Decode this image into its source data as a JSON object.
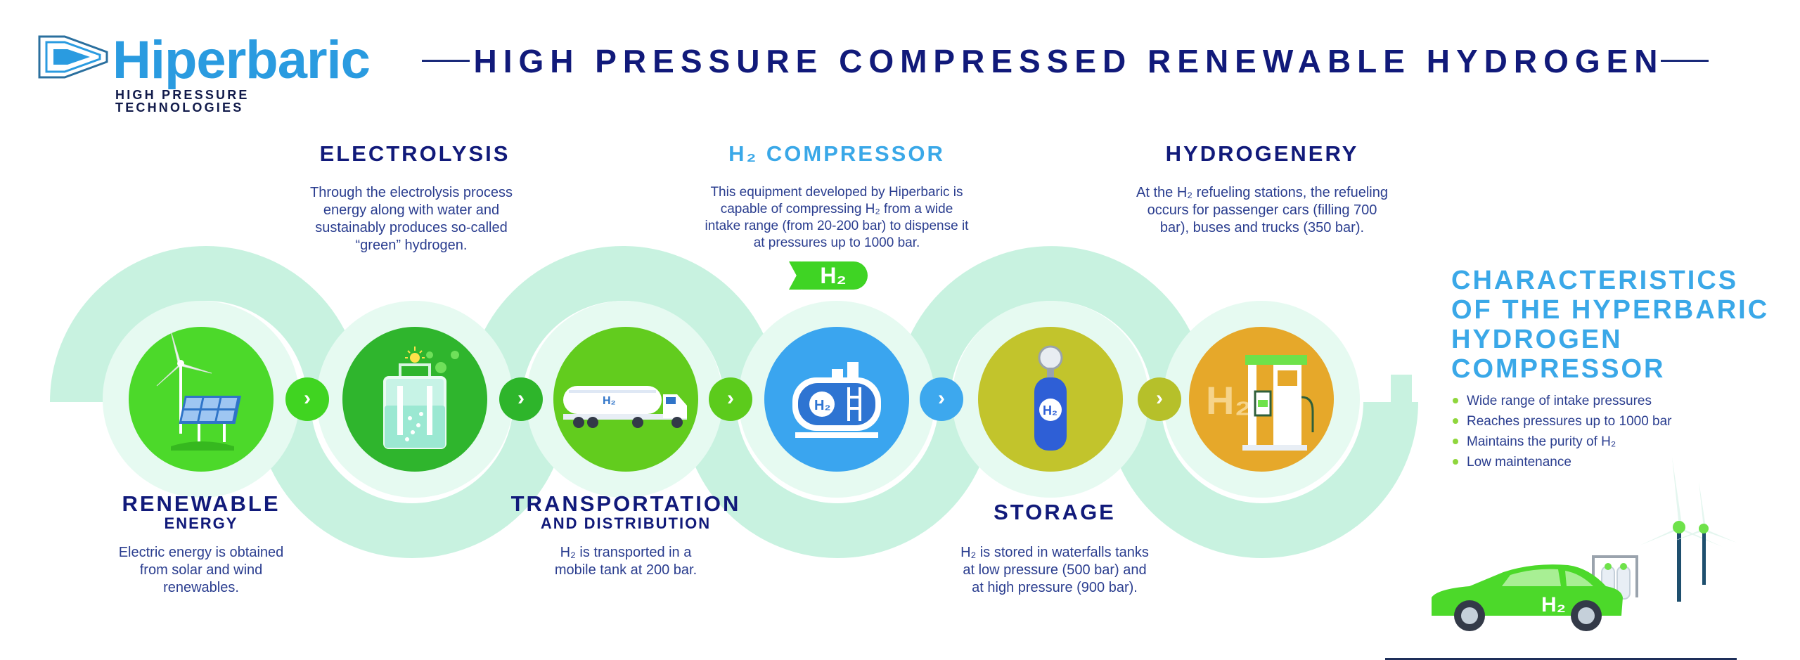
{
  "logo": {
    "name": "Hiperbaric",
    "tagline": "HIGH PRESSURE TECHNOLOGIES"
  },
  "headline": "HIGH PRESSURE COMPRESSED RENEWABLE HYDROGEN",
  "steps": {
    "renewable": {
      "title": "RENEWABLE",
      "subtitle": "ENERGY",
      "description": "Electric energy is obtained from solar and wind renewables.",
      "color": "#4cd92a"
    },
    "electrolysis": {
      "title": "ELECTROLYSIS",
      "description": "Through the electrolysis process energy along with water and sustainably produces so-called “green” hydrogen.",
      "color": "#2fb52d"
    },
    "transportation": {
      "title": "TRANSPORTATION",
      "subtitle": "AND DISTRIBUTION",
      "description": "H₂ is transported in a mobile tank at 200 bar.",
      "color": "#62cc1e"
    },
    "compressor": {
      "title": "H₂ COMPRESSOR",
      "description": "This equipment developed by Hiperbaric is capable of compressing H₂ from a wide intake range (from 20-200 bar) to dispense it at pressures up to 1000 bar.",
      "badge": "H₂",
      "color": "#3aa5ef"
    },
    "storage": {
      "title": "STORAGE",
      "description": "H₂ is stored in waterfalls tanks at low pressure (500 bar) and at high pressure (900 bar).",
      "color": "#c2c42c"
    },
    "hydrogenery": {
      "title": "HYDROGENERY",
      "description": "At the H₂ refueling stations, the refueling occurs for passenger cars (filling 700 bar), buses and trucks (350 bar).",
      "color": "#e6a82a"
    }
  },
  "characteristics": {
    "title": "CHARACTERISTICS OF THE HYPERBARIC HYDROGEN COMPRESSOR",
    "items": [
      "Wide range of intake pressures",
      "Reaches pressures up to 1000 bar",
      "Maintains the purity of H₂",
      "Low maintenance"
    ]
  },
  "icons": {
    "renewable": "wind-solar-icon",
    "electrolysis": "electrolysis-beaker-icon",
    "transportation": "tanker-truck-icon",
    "compressor": "compressor-tank-icon",
    "storage": "gas-cylinder-icon",
    "hydrogenery": "fuel-pump-icon",
    "arrow": "chevron-right-icon",
    "car": "hydrogen-car-icon"
  },
  "labels": {
    "h2": "H₂",
    "truck_mark": "H₂"
  },
  "colors": {
    "navy": "#111a7a",
    "cyan": "#3aa8e8",
    "ring_outer": "#c8f2e0",
    "ring_inner": "#e6faf1"
  }
}
